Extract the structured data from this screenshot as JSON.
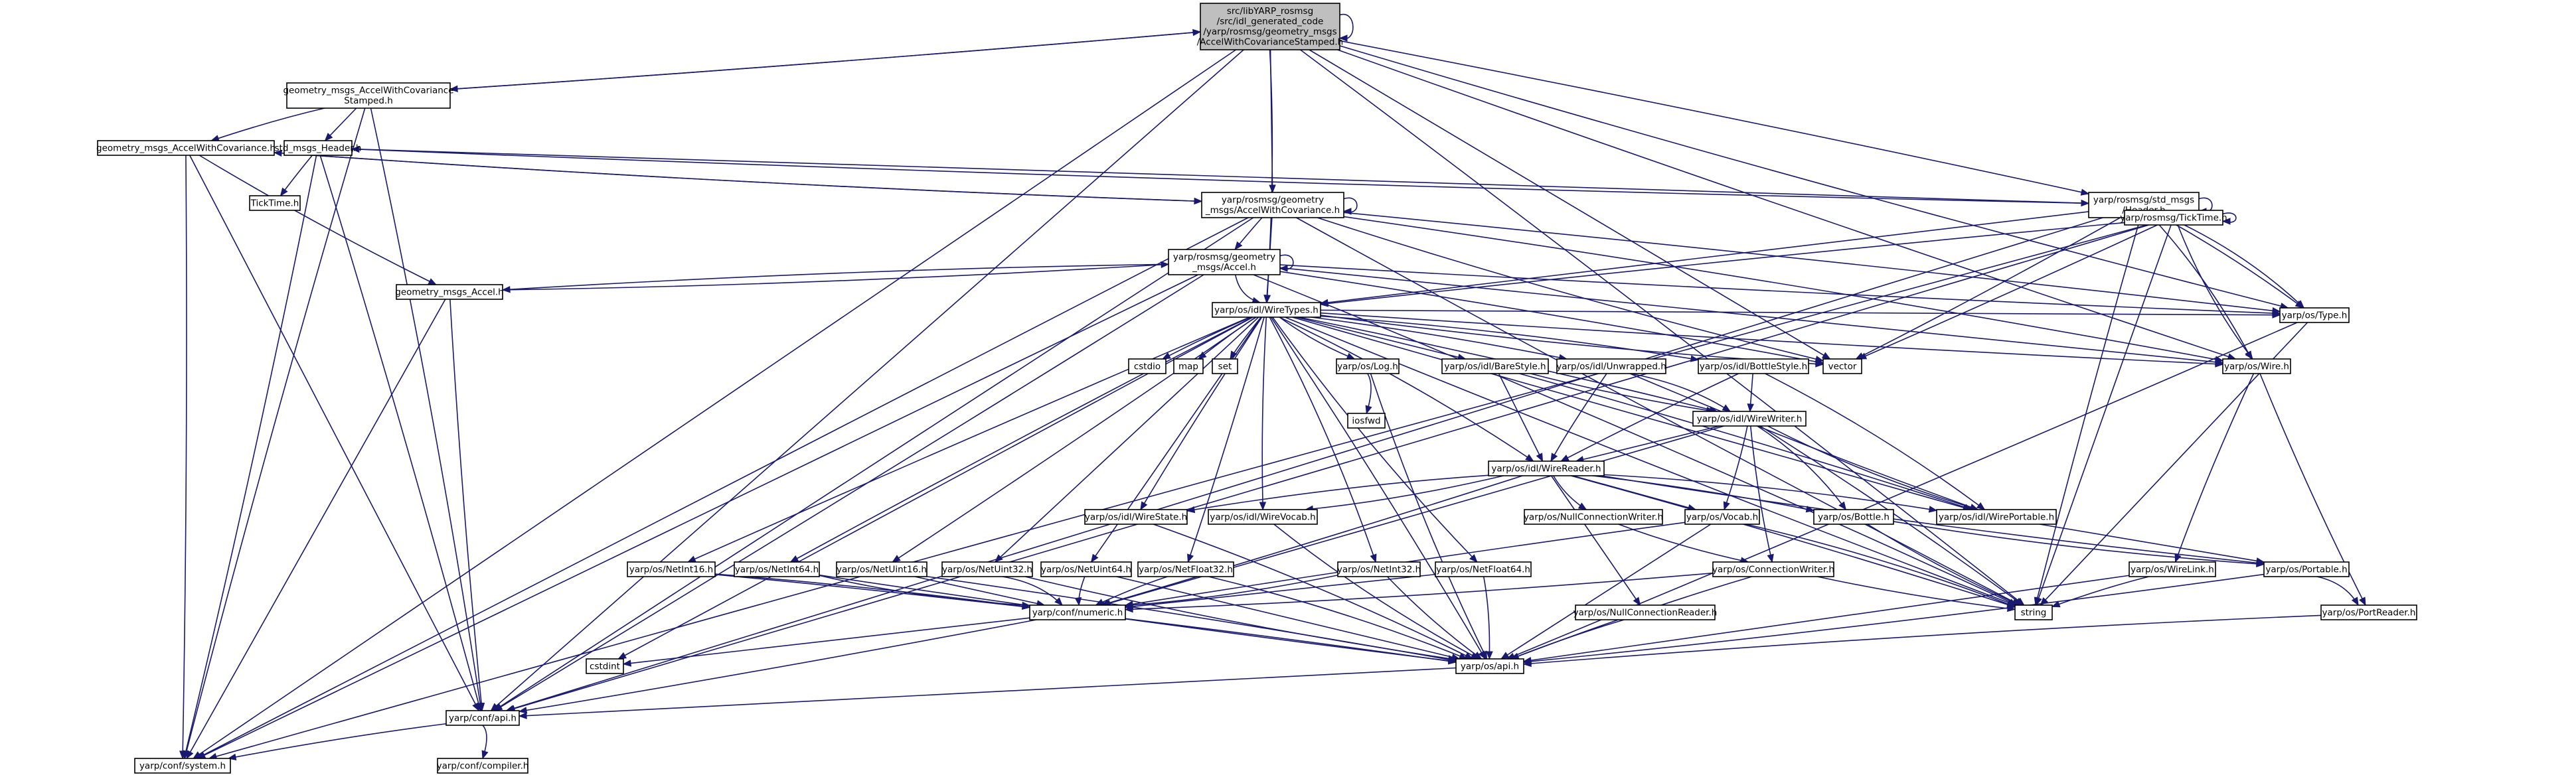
{
  "nodes": [
    {
      "id": "root",
      "lines": [
        "src/libYARP_rosmsg",
        "/src/idl_generated_code",
        "/yarp/rosmsg/geometry_msgs",
        "/AccelWithCovarianceStamped.h"
      ],
      "border": "black",
      "fill": "#bfbfbf"
    },
    {
      "id": "gm_awcs",
      "lines": [
        "geometry_msgs_AccelWithCovariance",
        "Stamped.h"
      ],
      "border": "black",
      "fill": "white"
    },
    {
      "id": "std_hdr",
      "lines": [
        "std_msgs_Header.h"
      ],
      "border": "black",
      "fill": "white"
    },
    {
      "id": "gm_awc",
      "lines": [
        "geometry_msgs_AccelWithCovariance.h"
      ],
      "border": "black",
      "fill": "white"
    },
    {
      "id": "ticktime_plain",
      "lines": [
        "TickTime.h"
      ],
      "border": "lightgray",
      "fill": "white"
    },
    {
      "id": "yr_awc",
      "lines": [
        "yarp/rosmsg/geometry",
        "_msgs/AccelWithCovariance.h"
      ],
      "border": "black",
      "fill": "white"
    },
    {
      "id": "yr_stdhdr",
      "lines": [
        "yarp/rosmsg/std_msgs",
        "/Header.h"
      ],
      "border": "black",
      "fill": "white"
    },
    {
      "id": "yr_accel",
      "lines": [
        "yarp/rosmsg/geometry",
        "_msgs/Accel.h"
      ],
      "border": "red",
      "fill": "white"
    },
    {
      "id": "yr_ticktime",
      "lines": [
        "yarp/rosmsg/TickTime.h"
      ],
      "border": "red",
      "fill": "white"
    },
    {
      "id": "gm_accel",
      "lines": [
        "geometry_msgs_Accel.h"
      ],
      "border": "red",
      "fill": "white"
    },
    {
      "id": "wiretypes",
      "lines": [
        "yarp/os/idl/WireTypes.h"
      ],
      "border": "black",
      "fill": "white"
    },
    {
      "id": "ostype",
      "lines": [
        "yarp/os/Type.h"
      ],
      "border": "black",
      "fill": "white"
    },
    {
      "id": "cstdio",
      "lines": [
        "cstdio"
      ],
      "border": "lightgray",
      "fill": "white"
    },
    {
      "id": "map",
      "lines": [
        "map"
      ],
      "border": "lightgray",
      "fill": "white"
    },
    {
      "id": "set",
      "lines": [
        "set"
      ],
      "border": "lightgray",
      "fill": "white"
    },
    {
      "id": "oslog",
      "lines": [
        "yarp/os/Log.h"
      ],
      "border": "black",
      "fill": "white"
    },
    {
      "id": "barestyle",
      "lines": [
        "yarp/os/idl/BareStyle.h"
      ],
      "border": "black",
      "fill": "white"
    },
    {
      "id": "unwrapped",
      "lines": [
        "yarp/os/idl/Unwrapped.h"
      ],
      "border": "black",
      "fill": "white"
    },
    {
      "id": "bottlestyle",
      "lines": [
        "yarp/os/idl/BottleStyle.h"
      ],
      "border": "black",
      "fill": "white"
    },
    {
      "id": "vector",
      "lines": [
        "vector"
      ],
      "border": "lightgray",
      "fill": "white"
    },
    {
      "id": "oswire",
      "lines": [
        "yarp/os/Wire.h"
      ],
      "border": "black",
      "fill": "white"
    },
    {
      "id": "iosfwd",
      "lines": [
        "iosfwd"
      ],
      "border": "lightgray",
      "fill": "white"
    },
    {
      "id": "wirewriter",
      "lines": [
        "yarp/os/idl/WireWriter.h"
      ],
      "border": "black",
      "fill": "white"
    },
    {
      "id": "wirereader",
      "lines": [
        "yarp/os/idl/WireReader.h"
      ],
      "border": "black",
      "fill": "white"
    },
    {
      "id": "wirestate",
      "lines": [
        "yarp/os/idl/WireState.h"
      ],
      "border": "black",
      "fill": "white"
    },
    {
      "id": "wirevocab",
      "lines": [
        "yarp/os/idl/WireVocab.h"
      ],
      "border": "black",
      "fill": "white"
    },
    {
      "id": "nullconnwriter",
      "lines": [
        "yarp/os/NullConnectionWriter.h"
      ],
      "border": "black",
      "fill": "white"
    },
    {
      "id": "vocab",
      "lines": [
        "yarp/os/Vocab.h"
      ],
      "border": "black",
      "fill": "white"
    },
    {
      "id": "bottle",
      "lines": [
        "yarp/os/Bottle.h"
      ],
      "border": "red",
      "fill": "white"
    },
    {
      "id": "wireportable",
      "lines": [
        "yarp/os/idl/WirePortable.h"
      ],
      "border": "black",
      "fill": "white"
    },
    {
      "id": "netint16",
      "lines": [
        "yarp/os/NetInt16.h"
      ],
      "border": "black",
      "fill": "white"
    },
    {
      "id": "netint64",
      "lines": [
        "yarp/os/NetInt64.h"
      ],
      "border": "black",
      "fill": "white"
    },
    {
      "id": "netuint16",
      "lines": [
        "yarp/os/NetUint16.h"
      ],
      "border": "black",
      "fill": "white"
    },
    {
      "id": "netuint32",
      "lines": [
        "yarp/os/NetUint32.h"
      ],
      "border": "black",
      "fill": "white"
    },
    {
      "id": "netuint64",
      "lines": [
        "yarp/os/NetUint64.h"
      ],
      "border": "black",
      "fill": "white"
    },
    {
      "id": "netfloat32",
      "lines": [
        "yarp/os/NetFloat32.h"
      ],
      "border": "black",
      "fill": "white"
    },
    {
      "id": "netint32",
      "lines": [
        "yarp/os/NetInt32.h"
      ],
      "border": "black",
      "fill": "white"
    },
    {
      "id": "netfloat64",
      "lines": [
        "yarp/os/NetFloat64.h"
      ],
      "border": "black",
      "fill": "white"
    },
    {
      "id": "connwriter",
      "lines": [
        "yarp/os/ConnectionWriter.h"
      ],
      "border": "black",
      "fill": "white"
    },
    {
      "id": "wirelink",
      "lines": [
        "yarp/os/WireLink.h"
      ],
      "border": "black",
      "fill": "white"
    },
    {
      "id": "portable",
      "lines": [
        "yarp/os/Portable.h"
      ],
      "border": "red",
      "fill": "white"
    },
    {
      "id": "string",
      "lines": [
        "string"
      ],
      "border": "lightgray",
      "fill": "white"
    },
    {
      "id": "confnumeric",
      "lines": [
        "yarp/conf/numeric.h"
      ],
      "border": "red",
      "fill": "white"
    },
    {
      "id": "nullconnreader",
      "lines": [
        "yarp/os/NullConnectionReader.h"
      ],
      "border": "red",
      "fill": "white"
    },
    {
      "id": "portreader",
      "lines": [
        "yarp/os/PortReader.h"
      ],
      "border": "black",
      "fill": "white"
    },
    {
      "id": "cstdint",
      "lines": [
        "cstdint"
      ],
      "border": "lightgray",
      "fill": "white"
    },
    {
      "id": "osapi",
      "lines": [
        "yarp/os/api.h"
      ],
      "border": "black",
      "fill": "white"
    },
    {
      "id": "confapi",
      "lines": [
        "yarp/conf/api.h"
      ],
      "border": "black",
      "fill": "white"
    },
    {
      "id": "confsystem",
      "lines": [
        "yarp/conf/system.h"
      ],
      "border": "black",
      "fill": "white"
    },
    {
      "id": "confcompiler",
      "lines": [
        "yarp/conf/compiler.h"
      ],
      "border": "black",
      "fill": "white"
    }
  ],
  "edges": [
    [
      "root",
      "root"
    ],
    [
      "root",
      "gm_awcs"
    ],
    [
      "root",
      "yr_awc"
    ],
    [
      "root",
      "yr_stdhdr"
    ],
    [
      "root",
      "wiretypes"
    ],
    [
      "root",
      "ostype"
    ],
    [
      "root",
      "oswire"
    ],
    [
      "root",
      "vector"
    ],
    [
      "root",
      "string"
    ],
    [
      "root",
      "confapi"
    ],
    [
      "root",
      "confsystem"
    ],
    [
      "gm_awcs",
      "root"
    ],
    [
      "gm_awcs",
      "std_hdr"
    ],
    [
      "gm_awcs",
      "gm_awc"
    ],
    [
      "gm_awcs",
      "confapi"
    ],
    [
      "gm_awcs",
      "confsystem"
    ],
    [
      "std_hdr",
      "ticktime_plain"
    ],
    [
      "std_hdr",
      "yr_stdhdr"
    ],
    [
      "std_hdr",
      "confapi"
    ],
    [
      "std_hdr",
      "confsystem"
    ],
    [
      "gm_awc",
      "yr_awc"
    ],
    [
      "gm_awc",
      "gm_accel"
    ],
    [
      "gm_awc",
      "confapi"
    ],
    [
      "gm_awc",
      "confsystem"
    ],
    [
      "yr_awc",
      "yr_awc"
    ],
    [
      "yr_awc",
      "gm_awc"
    ],
    [
      "yr_awc",
      "yr_accel"
    ],
    [
      "yr_awc",
      "wiretypes"
    ],
    [
      "yr_awc",
      "ostype"
    ],
    [
      "yr_awc",
      "oswire"
    ],
    [
      "yr_awc",
      "vector"
    ],
    [
      "yr_awc",
      "string"
    ],
    [
      "yr_awc",
      "confapi"
    ],
    [
      "yr_awc",
      "confsystem"
    ],
    [
      "yr_stdhdr",
      "yr_stdhdr"
    ],
    [
      "yr_stdhdr",
      "std_hdr"
    ],
    [
      "yr_stdhdr",
      "yr_ticktime"
    ],
    [
      "yr_stdhdr",
      "wiretypes"
    ],
    [
      "yr_stdhdr",
      "ostype"
    ],
    [
      "yr_stdhdr",
      "oswire"
    ],
    [
      "yr_stdhdr",
      "vector"
    ],
    [
      "yr_stdhdr",
      "string"
    ],
    [
      "yr_stdhdr",
      "confapi"
    ],
    [
      "yr_accel",
      "yr_accel"
    ],
    [
      "yr_accel",
      "gm_accel"
    ],
    [
      "yr_accel",
      "wiretypes"
    ],
    [
      "yr_accel",
      "ostype"
    ],
    [
      "yr_accel",
      "oswire"
    ],
    [
      "yr_accel",
      "vector"
    ],
    [
      "yr_accel",
      "string"
    ],
    [
      "yr_accel",
      "confapi"
    ],
    [
      "yr_accel",
      "confsystem"
    ],
    [
      "yr_ticktime",
      "yr_ticktime"
    ],
    [
      "yr_ticktime",
      "wiretypes"
    ],
    [
      "yr_ticktime",
      "ostype"
    ],
    [
      "yr_ticktime",
      "oswire"
    ],
    [
      "yr_ticktime",
      "vector"
    ],
    [
      "yr_ticktime",
      "string"
    ],
    [
      "yr_ticktime",
      "confapi"
    ],
    [
      "yr_ticktime",
      "confsystem"
    ],
    [
      "gm_accel",
      "yr_accel"
    ],
    [
      "gm_accel",
      "confapi"
    ],
    [
      "gm_accel",
      "confsystem"
    ],
    [
      "wiretypes",
      "cstdio"
    ],
    [
      "wiretypes",
      "map"
    ],
    [
      "wiretypes",
      "set"
    ],
    [
      "wiretypes",
      "oslog"
    ],
    [
      "wiretypes",
      "barestyle"
    ],
    [
      "wiretypes",
      "unwrapped"
    ],
    [
      "wiretypes",
      "bottlestyle"
    ],
    [
      "wiretypes",
      "vector"
    ],
    [
      "wiretypes",
      "oswire"
    ],
    [
      "wiretypes",
      "ostype"
    ],
    [
      "wiretypes",
      "wirewriter"
    ],
    [
      "wiretypes",
      "wirereader"
    ],
    [
      "wiretypes",
      "wirestate"
    ],
    [
      "wiretypes",
      "wirevocab"
    ],
    [
      "wiretypes",
      "wireportable"
    ],
    [
      "wiretypes",
      "netint16"
    ],
    [
      "wiretypes",
      "netint64"
    ],
    [
      "wiretypes",
      "netuint16"
    ],
    [
      "wiretypes",
      "netuint32"
    ],
    [
      "wiretypes",
      "netuint64"
    ],
    [
      "wiretypes",
      "netfloat32"
    ],
    [
      "wiretypes",
      "netint32"
    ],
    [
      "wiretypes",
      "netfloat64"
    ],
    [
      "wiretypes",
      "string"
    ],
    [
      "wiretypes",
      "cstdint"
    ],
    [
      "wiretypes",
      "osapi"
    ],
    [
      "oslog",
      "iosfwd"
    ],
    [
      "oslog",
      "osapi"
    ],
    [
      "barestyle",
      "wirewriter"
    ],
    [
      "barestyle",
      "wirereader"
    ],
    [
      "barestyle",
      "wireportable"
    ],
    [
      "unwrapped",
      "wirewriter"
    ],
    [
      "unwrapped",
      "wirereader"
    ],
    [
      "unwrapped",
      "wireportable"
    ],
    [
      "bottlestyle",
      "wirewriter"
    ],
    [
      "bottlestyle",
      "wirereader"
    ],
    [
      "bottlestyle",
      "wireportable"
    ],
    [
      "oswire",
      "wirelink"
    ],
    [
      "oswire",
      "portreader"
    ],
    [
      "wirewriter",
      "wirereader"
    ],
    [
      "wirewriter",
      "vocab"
    ],
    [
      "wirewriter",
      "bottle"
    ],
    [
      "wirewriter",
      "wireportable"
    ],
    [
      "wirewriter",
      "connwriter"
    ],
    [
      "wirewriter",
      "confnumeric"
    ],
    [
      "wirewriter",
      "string"
    ],
    [
      "wirereader",
      "wirestate"
    ],
    [
      "wirereader",
      "wirevocab"
    ],
    [
      "wirereader",
      "nullconnwriter"
    ],
    [
      "wirereader",
      "vocab"
    ],
    [
      "wirereader",
      "bottle"
    ],
    [
      "wirereader",
      "wireportable"
    ],
    [
      "wirereader",
      "portable"
    ],
    [
      "wirereader",
      "confnumeric"
    ],
    [
      "wirereader",
      "nullconnreader"
    ],
    [
      "wirereader",
      "string"
    ],
    [
      "wirestate",
      "osapi"
    ],
    [
      "wirevocab",
      "osapi"
    ],
    [
      "nullconnwriter",
      "connwriter"
    ],
    [
      "vocab",
      "osapi"
    ],
    [
      "vocab",
      "confnumeric"
    ],
    [
      "vocab",
      "string"
    ],
    [
      "bottle",
      "portable"
    ],
    [
      "bottle",
      "string"
    ],
    [
      "wireportable",
      "portable"
    ],
    [
      "netint16",
      "confnumeric"
    ],
    [
      "netint16",
      "osapi"
    ],
    [
      "netint64",
      "confnumeric"
    ],
    [
      "netint64",
      "osapi"
    ],
    [
      "netuint16",
      "confnumeric"
    ],
    [
      "netuint16",
      "osapi"
    ],
    [
      "netuint32",
      "confnumeric"
    ],
    [
      "netuint32",
      "osapi"
    ],
    [
      "netuint64",
      "confnumeric"
    ],
    [
      "netuint64",
      "osapi"
    ],
    [
      "netfloat32",
      "confnumeric"
    ],
    [
      "netfloat32",
      "osapi"
    ],
    [
      "netint32",
      "confnumeric"
    ],
    [
      "netint32",
      "osapi"
    ],
    [
      "netfloat64",
      "confnumeric"
    ],
    [
      "netfloat64",
      "osapi"
    ],
    [
      "connwriter",
      "osapi"
    ],
    [
      "connwriter",
      "confnumeric"
    ],
    [
      "connwriter",
      "string"
    ],
    [
      "wirelink",
      "osapi"
    ],
    [
      "wirelink",
      "string"
    ],
    [
      "portable",
      "portreader"
    ],
    [
      "portable",
      "osapi"
    ],
    [
      "confnumeric",
      "confapi"
    ],
    [
      "confnumeric",
      "cstdint"
    ],
    [
      "nullconnreader",
      "osapi"
    ],
    [
      "portreader",
      "osapi"
    ],
    [
      "ostype",
      "osapi"
    ],
    [
      "ostype",
      "string"
    ],
    [
      "osapi",
      "confapi"
    ],
    [
      "confapi",
      "confsystem"
    ],
    [
      "confapi",
      "confcompiler"
    ]
  ]
}
